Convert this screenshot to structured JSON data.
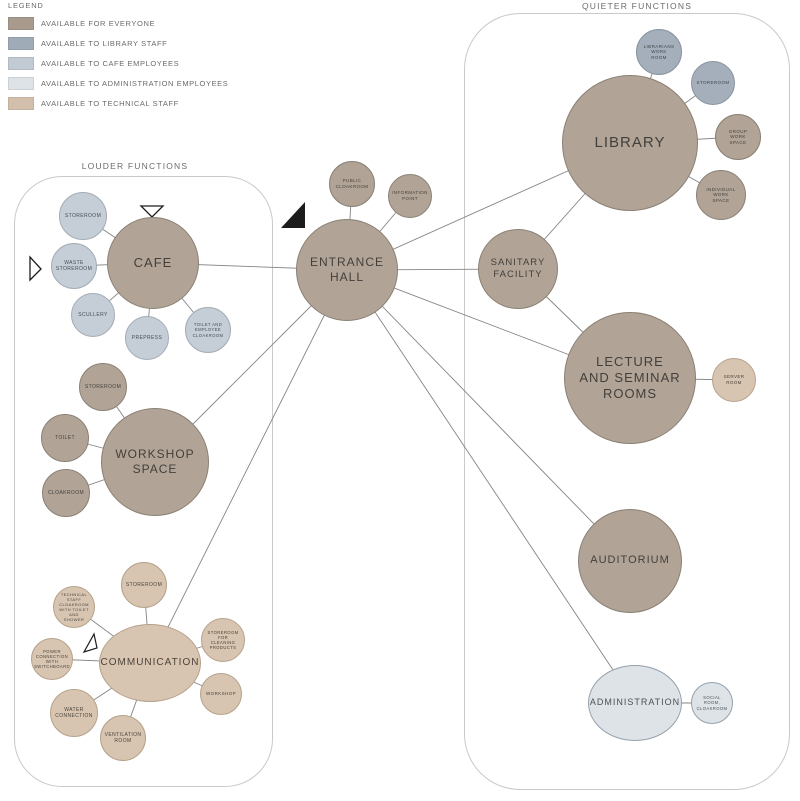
{
  "legend": {
    "title": "LEGEND",
    "items": [
      {
        "label": "AVAILABLE FOR EVERYONE",
        "color": "#a89b8e"
      },
      {
        "label": "AVAILABLE TO LIBRARY STAFF",
        "color": "#a0abb8"
      },
      {
        "label": "AVAILABLE TO CAFE EMPLOYEES",
        "color": "#c2cbd4"
      },
      {
        "label": "AVAILABLE TO ADMINISTRATION EMPLOYEES",
        "color": "#dde3e6"
      },
      {
        "label": "AVAILABLE TO TECHNICAL STAFF",
        "color": "#d2c0ac"
      }
    ]
  },
  "groups": {
    "louder": {
      "label": "LOUDER FUNCTIONS"
    },
    "quieter": {
      "label": "QUIETER FUNCTIONS"
    }
  },
  "colors": {
    "everyone": "#b1a497",
    "library_staff": "#a5afbb",
    "cafe_employees": "#c5ced6",
    "administration_employees": "#dde3e7",
    "technical_staff": "#d7c5b1",
    "edge": "#858585"
  },
  "nodes": {
    "entrance_hall": {
      "label": "ENTRANCE HALL"
    },
    "public_cloakroom": {
      "label": "PUBLIC CLOAKROOM"
    },
    "information_point": {
      "label": "INFORMATION POINT"
    },
    "cafe": {
      "label": "CAFE"
    },
    "cafe_storeroom": {
      "label": "STOREROOM"
    },
    "waste_storeroom": {
      "label": "WASTE STOREROOM"
    },
    "scullery": {
      "label": "SCULLERY"
    },
    "prepress": {
      "label": "PREPRESS"
    },
    "toilet_employee_cloakroom": {
      "label": "TOILET AND EMPLOYEE CLOAKROOM"
    },
    "workshop_space": {
      "label": "WORKSHOP SPACE"
    },
    "workshop_storeroom": {
      "label": "STOREROOM"
    },
    "toilet": {
      "label": "TOILET"
    },
    "cloakroom": {
      "label": "CLOAKROOM"
    },
    "communication": {
      "label": "COMMUNICATION"
    },
    "comm_storeroom": {
      "label": "STOREROOM"
    },
    "tech_staff_cloakroom": {
      "label": "TECHNICAL STAFF CLOAKROOM WITH TOILET AND SHOWER"
    },
    "power_connection": {
      "label": "POWER CONNECTION WITH SWITCHBOARD"
    },
    "water_connection": {
      "label": "WATER CONNECTION"
    },
    "ventilation_room": {
      "label": "VENTILATION ROOM"
    },
    "workshop": {
      "label": "WORKSHOP"
    },
    "storeroom_cleaning": {
      "label": "STOREROOM FOR CLEANING PRODUCTS"
    },
    "library": {
      "label": "LIBRARY"
    },
    "librarians_work_room": {
      "label": "LIBRARIANS WORK ROOM"
    },
    "library_storeroom": {
      "label": "STOREROOM"
    },
    "group_work_space": {
      "label": "GROUP WORK SPACE"
    },
    "individual_work_space": {
      "label": "INDIVIDUAL WORK SPACE"
    },
    "sanitary_facility": {
      "label": "SANITARY FACILITY"
    },
    "lecture_seminar_rooms": {
      "label": "LECTURE AND SEMINAR ROOMS"
    },
    "server_room": {
      "label": "SERVER ROOM"
    },
    "auditorium": {
      "label": "AUDITORIUM"
    },
    "administration": {
      "label": "ADMINISTRATION"
    },
    "social_room_cloakroom": {
      "label": "SOCIAL ROOM, CLOAKROOM"
    }
  }
}
